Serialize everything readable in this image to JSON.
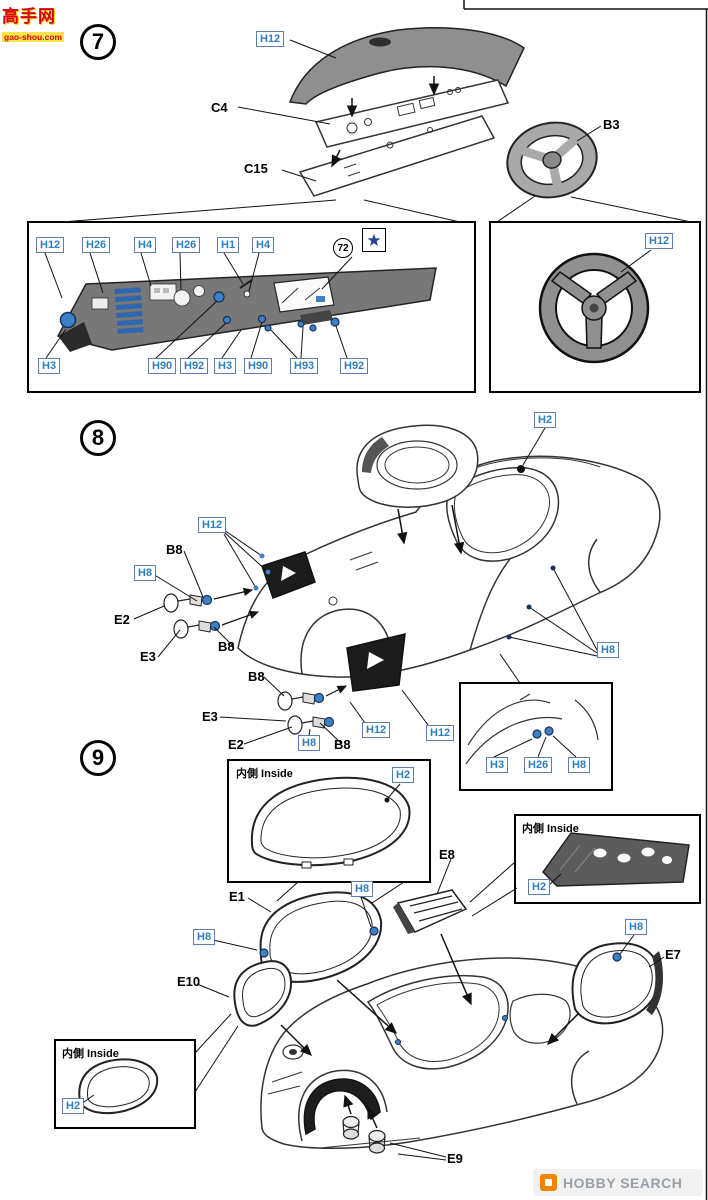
{
  "watermark": {
    "title": "高手网",
    "subtitle": "gao-shou.com"
  },
  "footer": {
    "brand": "HOBBY SEARCH"
  },
  "step7": {
    "number": "7",
    "h12_cover": "H12",
    "c4": "C4",
    "c15": "C15",
    "b3": "B3",
    "panel_box": {
      "top": [
        "H12",
        "H26",
        "H4",
        "H26",
        "H1",
        "H4"
      ],
      "part72": "72",
      "star": "★",
      "bottom": [
        "H3",
        "H90",
        "H92",
        "H3",
        "H90",
        "H93",
        "H92"
      ]
    },
    "wheel_box": {
      "h12": "H12"
    }
  },
  "step8": {
    "number": "8",
    "h2": "H2",
    "h12_cluster": "H12",
    "b8_a": "B8",
    "h8_a": "H8",
    "e2_a": "E2",
    "e3_a": "E3",
    "b8_b": "B8",
    "b8_c": "B8",
    "e3_b": "E3",
    "e2_b": "E2",
    "h8_b": "H8",
    "b8_d": "B8",
    "h12_a": "H12",
    "h12_b": "H12",
    "h8_right": "H8",
    "detail_box": {
      "h3": "H3",
      "h26": "H26",
      "h8": "H8"
    }
  },
  "step9": {
    "number": "9",
    "windshield_box": {
      "inside": "内側 Inside",
      "h2": "H2"
    },
    "rear_box": {
      "inside": "内側 Inside",
      "h2": "H2"
    },
    "front_box": {
      "inside": "内側 Inside",
      "h2": "H2"
    },
    "e8": "E8",
    "e1": "E1",
    "e7": "E7",
    "e10": "E10",
    "e9": "E9",
    "h8_a": "H8",
    "h8_b": "H8",
    "h8_c": "H8"
  }
}
